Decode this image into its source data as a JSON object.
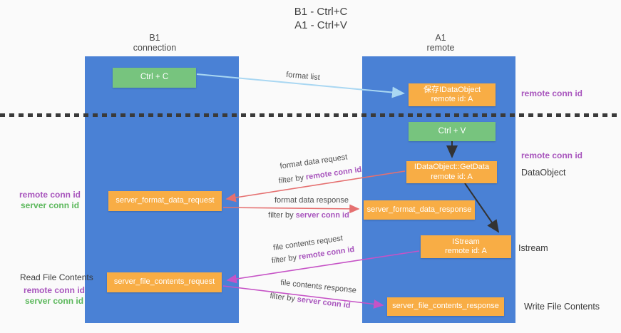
{
  "title": {
    "line1": "B1 - Ctrl+C",
    "line2": "A1 - Ctrl+V"
  },
  "lanes": {
    "left": {
      "header_top": "B1",
      "header_bottom": "connection"
    },
    "right": {
      "header_top": "A1",
      "header_bottom": "remote"
    }
  },
  "nodes": {
    "ctrl_c": {
      "label": "Ctrl + C"
    },
    "ctrl_v": {
      "label": "Ctrl + V"
    },
    "save_idataobject": {
      "line1": "保存IDataObject",
      "line2": "remote id: A"
    },
    "idataobject_getdata": {
      "line1": "IDataObject::GetData",
      "line2": "remote id: A"
    },
    "istream": {
      "line1": "IStream",
      "line2": "remote id: A"
    },
    "server_format_data_request": {
      "label": "server_format_data_request"
    },
    "server_format_data_response": {
      "label": "server_format_data_response"
    },
    "server_file_contents_request": {
      "label": "server_file_contents_request"
    },
    "server_file_contents_response": {
      "label": "server_file_contents_response"
    }
  },
  "arrows": {
    "format_list": {
      "label": "format list"
    },
    "format_data_request": {
      "label": "format data request",
      "filter_prefix": "filter by",
      "filter_key": "remote conn id"
    },
    "format_data_response": {
      "label": "format data response",
      "filter_prefix": "filter by",
      "filter_key": "server conn id"
    },
    "file_contents_request": {
      "label": "file contents request",
      "filter_prefix": "filter by",
      "filter_key": "remote conn id"
    },
    "file_contents_response": {
      "label": "file contents response",
      "filter_prefix": "filter by",
      "filter_key": "server conn id"
    }
  },
  "annotations": {
    "left_mid_remote": "remote conn id",
    "left_mid_server": "server conn id",
    "read_file_contents": "Read File Contents",
    "left_bottom_remote": "remote conn id",
    "left_bottom_server": "server conn id",
    "right_top_remote": "remote conn id",
    "right_mid_remote": "remote conn id",
    "dataobject": "DataObject",
    "istream": "Istream",
    "write_file_contents": "Write File Contents"
  },
  "colors": {
    "lane_blue": "#4a81d5",
    "node_green": "#77c47e",
    "node_orange": "#f8ad45",
    "arrow_lightblue": "#a9d7f2",
    "arrow_red": "#e57070",
    "arrow_magenta": "#c653c6",
    "arrow_black": "#333333",
    "label_purple": "#a855bd",
    "label_green": "#5cb85c",
    "background": "#fafafa"
  }
}
